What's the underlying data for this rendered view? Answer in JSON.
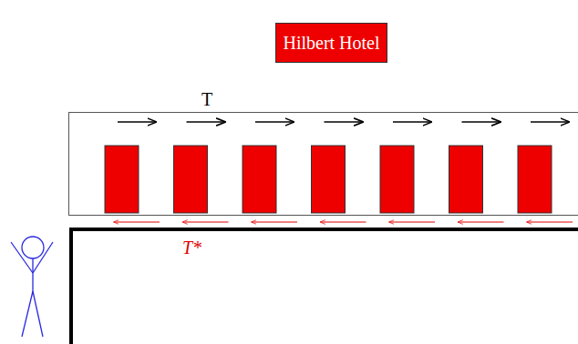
{
  "diagram": {
    "nodes": [
      {
        "text": [
          "Hilbert Hotel"
        ]
      }
    ],
    "labels": [
      "T",
      "T*"
    ]
  }
}
